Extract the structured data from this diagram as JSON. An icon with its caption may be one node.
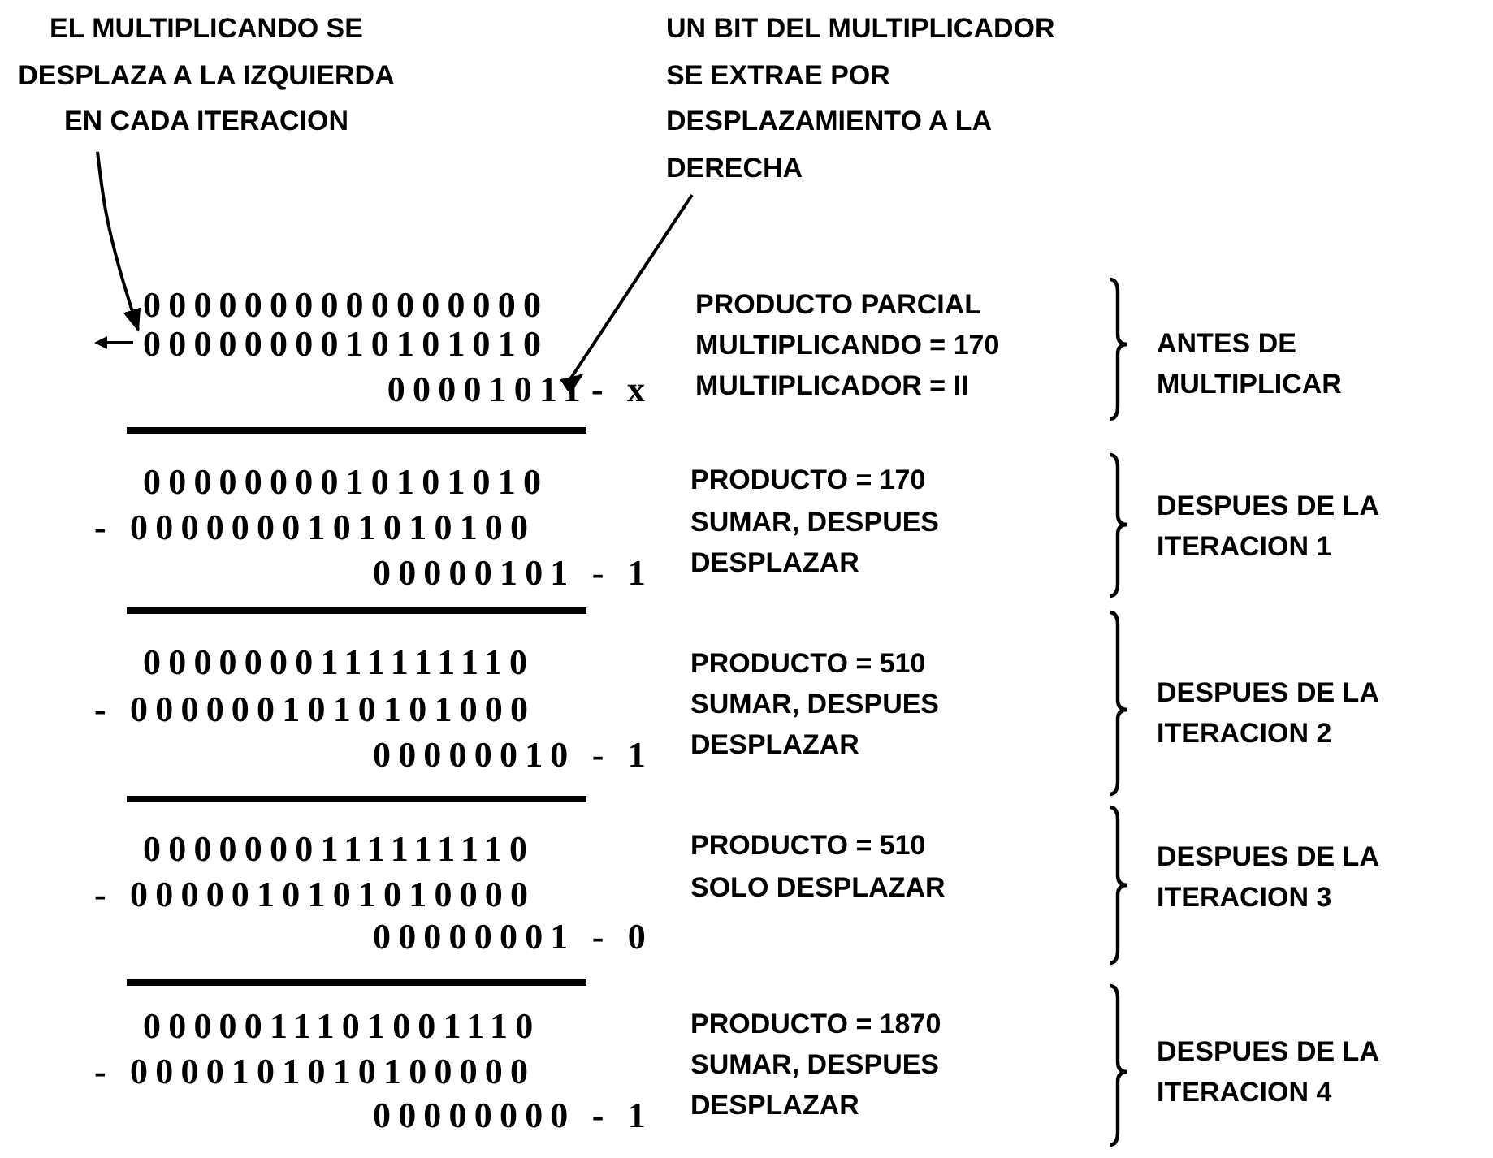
{
  "diagram": {
    "nodes": [
      {
        "text": [
          "EL MULTIPLICANDO SE DESPLAZA A LA IZQUIERDA EN CADA ITERACION"
        ]
      },
      {
        "text": [
          "UN BIT DEL MULTIPLICADOR SE EXTRAE POR DESPLAZAMIENTO A LA DERECHA"
        ]
      },
      {
        "text": [
          "0000000010101010"
        ]
      },
      {
        "text": [
          "00001011"
        ]
      }
    ],
    "edges": [
      {
        "from": 0,
        "to": 2,
        "arrow": "to"
      },
      {
        "from": 1,
        "to": 3,
        "arrow": "to"
      }
    ],
    "labels": [
      "0000000000000000",
      "- x",
      "PRODUCTO PARCIAL",
      "MULTIPLICANDO = 170",
      "MULTIPLICADOR = II",
      "ANTES DE MULTIPLICAR",
      "0000000010101010",
      "- 0000000101010100",
      "00000101 - 1",
      "PRODUCTO = 170",
      "SUMAR, DESPUES DESPLAZAR",
      "DESPUES DE LA ITERACION 1",
      "0000000111111110",
      "- 0000001010101000",
      "00000010 - 1",
      "PRODUCTO = 510",
      "SUMAR, DESPUES DESPLAZAR",
      "DESPUES DE LA ITERACION 2",
      "0000000111111110",
      "- 0000010101010000",
      "00000001 - 0",
      "PRODUCTO = 510",
      "SOLO DESPLAZAR",
      "DESPUES DE LA ITERACION 3",
      "0000011101001110",
      "- 0000101010100000",
      "00000000 - 1",
      "PRODUCTO = 1870",
      "SUMAR, DESPUES DESPLAZAR",
      "DESPUES DE LA ITERACION 4"
    ]
  }
}
